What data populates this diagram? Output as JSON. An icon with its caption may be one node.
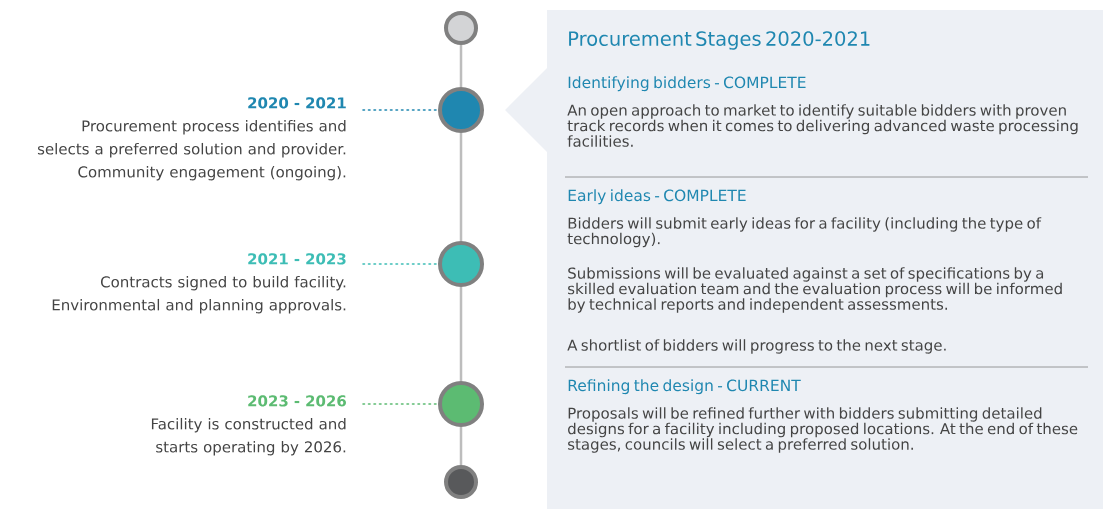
{
  "diagram": {
    "nodes": [
      {
        "text": [],
        "shape": "circle"
      },
      {
        "text": [],
        "shape": "circle"
      },
      {
        "text": [],
        "shape": "circle"
      },
      {
        "text": [],
        "shape": "circle"
      },
      {
        "text": [],
        "shape": "circle"
      },
      {
        "text": [
          "2020 - 2021",
          "Procurement process identifies and selects a preferred solution and provider. Community engagement (ongoing)."
        ]
      },
      {
        "text": [
          "2021 - 2023",
          "Contracts signed to build facility. Environmental and planning approvals."
        ]
      },
      {
        "text": [
          "2023 - 2026",
          "Facility is constructed and starts operating by 2026."
        ]
      },
      {
        "text": [
          "Procurement Stages 2020-2021",
          "Identifying bidders - COMPLETE",
          "An open approach to market to identify suitable bidders with proven track records when it comes to delivering advanced waste processing facilities.",
          "Early ideas - COMPLETE",
          "Bidders will submit early ideas for a facility (including the type of technology).",
          "Submissions will be evaluated against a set of specifications by a skilled evaluation team and the evaluation process will be informed by technical reports and independent assessments.",
          "A shortlist of bidders will progress to the next stage.",
          "Refining the design - CURRENT",
          "Proposals will be refined further with bidders submitting detailed designs for a facility including proposed locations. At the end of these stages, councils will select a preferred solution."
        ]
      }
    ],
    "edges": [
      {
        "from": 0,
        "to": 1,
        "arrow": "none"
      },
      {
        "from": 1,
        "to": 2,
        "arrow": "none"
      },
      {
        "from": 2,
        "to": 3,
        "arrow": "none"
      },
      {
        "from": 3,
        "to": 4,
        "arrow": "none"
      },
      {
        "from": 5,
        "to": 1,
        "arrow": "none",
        "style": "dashed",
        "color": "#1f87b0"
      },
      {
        "from": 6,
        "to": 2,
        "arrow": "none",
        "style": "dashed",
        "color": "#3dbdb5"
      },
      {
        "from": 7,
        "to": 3,
        "arrow": "none",
        "style": "dashed",
        "color": "#5cbb72"
      }
    ]
  }
}
